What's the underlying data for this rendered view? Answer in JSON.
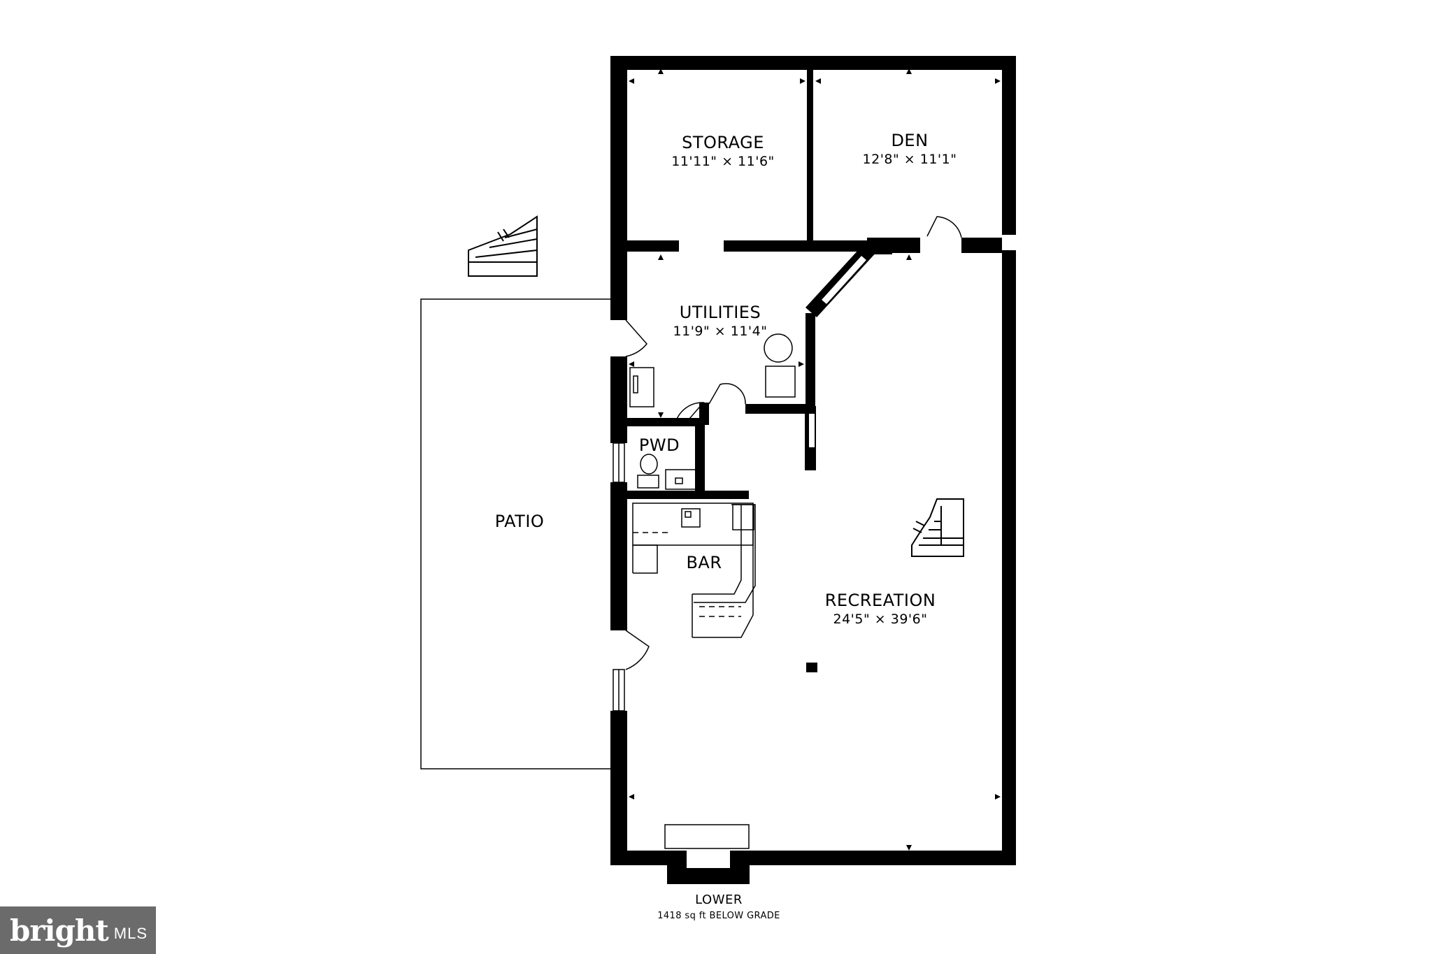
{
  "rooms": {
    "storage": {
      "name": "STORAGE",
      "dims": "11'11\" × 11'6\""
    },
    "den": {
      "name": "DEN",
      "dims": "12'8\" × 11'1\""
    },
    "utilities": {
      "name": "UTILITIES",
      "dims": "11'9\" × 11'4\""
    },
    "pwd": {
      "name": "PWD"
    },
    "patio": {
      "name": "PATIO"
    },
    "bar": {
      "name": "BAR"
    },
    "recreation": {
      "name": "RECREATION",
      "dims": "24'5\" × 39'6\""
    }
  },
  "floor": {
    "name": "LOWER",
    "area": "1418 sq ft BELOW GRADE"
  },
  "watermark": {
    "brand": "bright",
    "suffix": "MLS"
  },
  "colors": {
    "wall": "#000000",
    "background": "#ffffff",
    "watermark_bg": "#6b6b6b"
  }
}
